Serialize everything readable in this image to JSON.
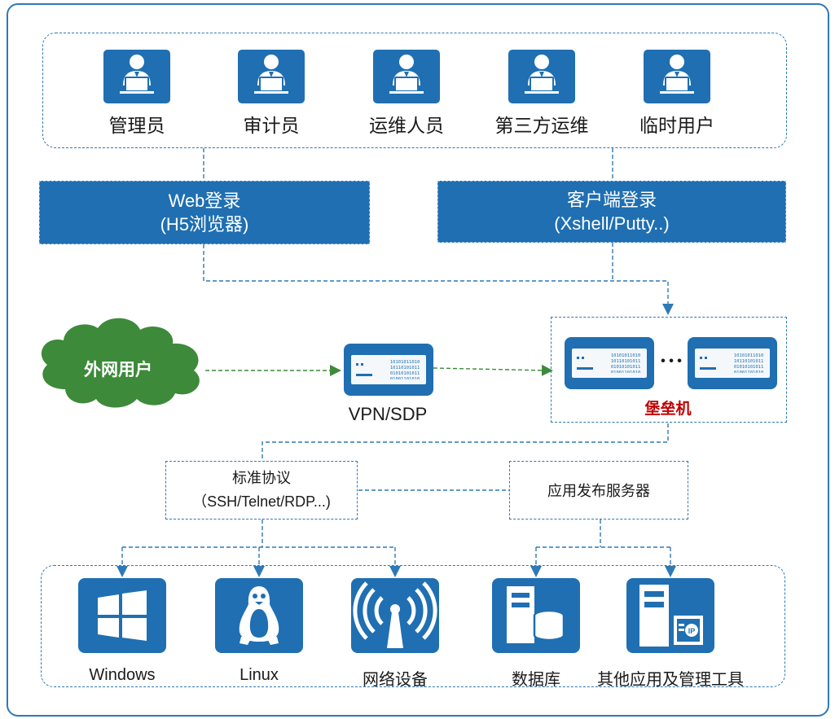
{
  "users": [
    {
      "label": "管理员",
      "icon": "admin-user-icon"
    },
    {
      "label": "审计员",
      "icon": "auditor-user-icon"
    },
    {
      "label": "运维人员",
      "icon": "ops-user-icon"
    },
    {
      "label": "第三方运维",
      "icon": "third-party-user-icon"
    },
    {
      "label": "临时用户",
      "icon": "temp-user-icon"
    }
  ],
  "login": {
    "web_title": "Web登录",
    "web_sub": "(H5浏览器)",
    "client_title": "客户端登录",
    "client_sub": "(Xshell/Putty..)"
  },
  "external_user": "外网用户",
  "vpn_label": "VPN/SDP",
  "bastion_label": "堡垒机",
  "bastion_ellipsis": "• • •",
  "protocol": {
    "title": "标准协议",
    "sub": "（SSH/Telnet/RDP...)"
  },
  "app_server": "应用发布服务器",
  "targets": [
    {
      "label": "Windows",
      "icon": "windows-icon"
    },
    {
      "label": "Linux",
      "icon": "linux-penguin-icon"
    },
    {
      "label": "网络设备",
      "icon": "network-device-icon"
    },
    {
      "label": "数据库",
      "icon": "database-icon"
    },
    {
      "label": "其他应用及管理工具",
      "icon": "app-ip-server-icon"
    }
  ],
  "server_bits": "10101011010101101010110101010101101001101010101101010110101010",
  "colors": {
    "primary": "#1f6fb2",
    "cloud": "#3d8a3a",
    "bastion_label": "#c00000",
    "dash": "#2f79b5"
  }
}
